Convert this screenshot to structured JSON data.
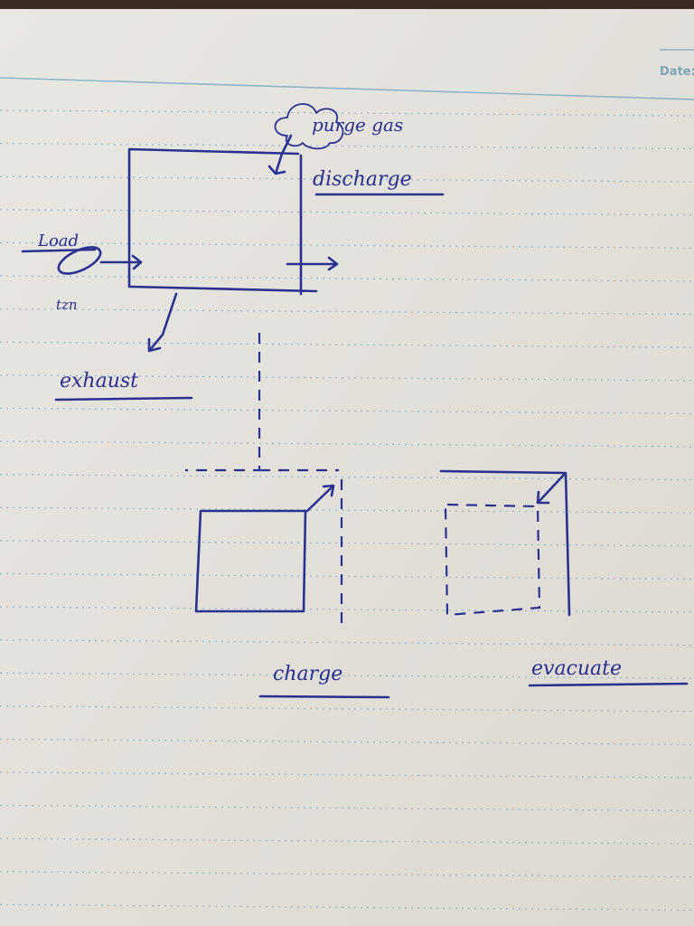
{
  "header": {
    "date_label": "Date:"
  },
  "diagram": {
    "labels": {
      "purge_gas": "purge gas",
      "discharge": "discharge",
      "load": "Load",
      "load_note": "tzn",
      "exhaust": "exhaust",
      "charge": "charge",
      "evacuate": "evacuate"
    },
    "colors": {
      "ink": "#2b3190",
      "paper": "#e6e4df",
      "rule": "#8fb4c8"
    }
  }
}
